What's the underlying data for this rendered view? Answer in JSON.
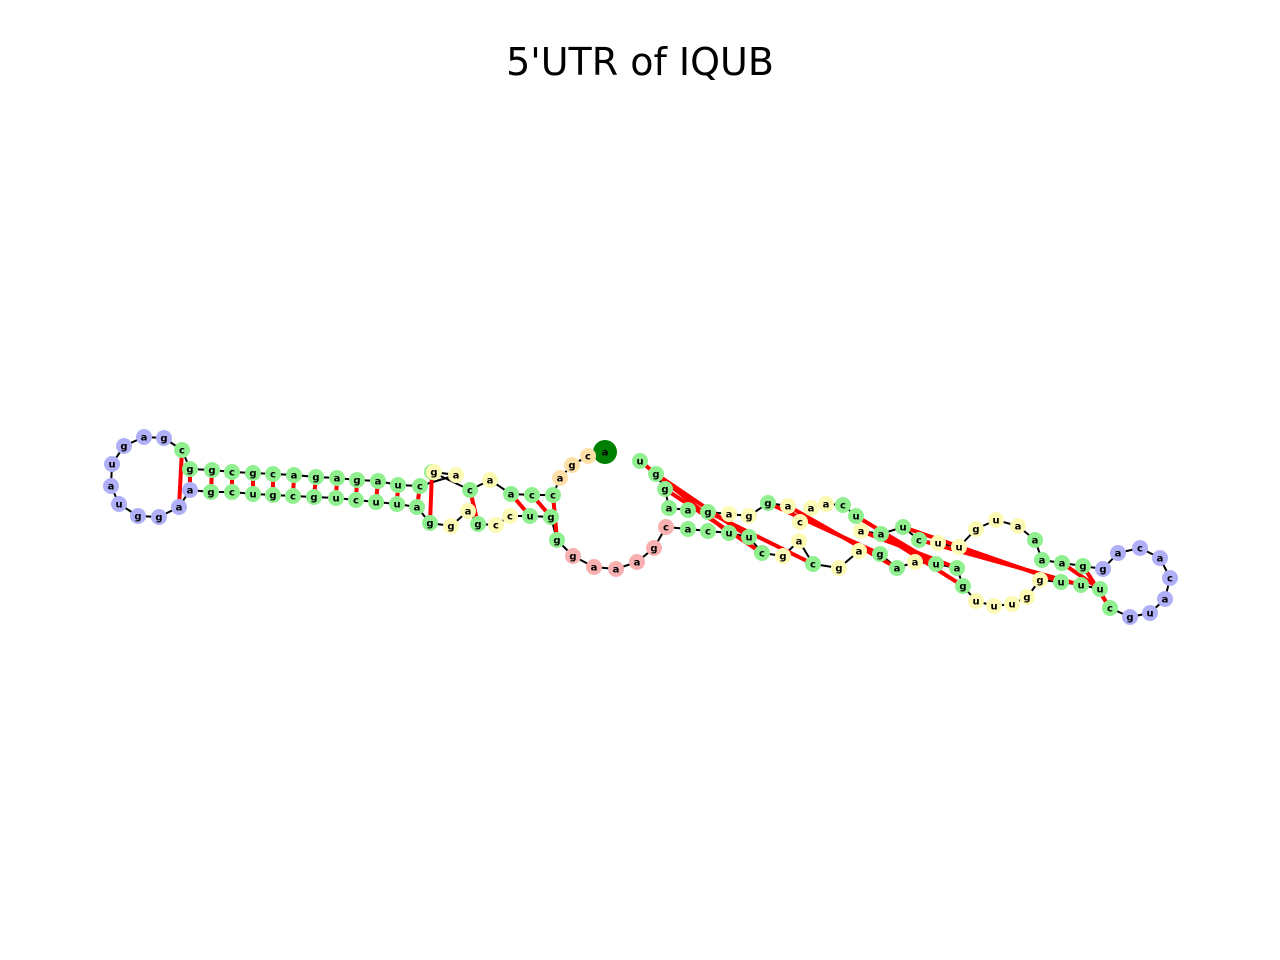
{
  "title": "5'UTR of IQUB",
  "colors": {
    "stem": "#90f090",
    "hairpin": "#b0b0f8",
    "interior": "#fcfab4",
    "multiloop": "#f8b0b0",
    "unpaired": "#fde0a8",
    "five_prime": "#008000",
    "three_prime": "#ff0000",
    "backbone": "#000000",
    "pair_bond": "#ff0000"
  },
  "nucleotides": [
    {
      "b": "a",
      "t": "five_prime"
    },
    {
      "b": "c",
      "t": "unpaired"
    },
    {
      "b": "g",
      "t": "unpaired"
    },
    {
      "b": "a",
      "t": "unpaired"
    },
    {
      "b": "c",
      "t": "stem"
    },
    {
      "b": "c",
      "t": "stem"
    },
    {
      "b": "a",
      "t": "stem"
    },
    {
      "b": "a",
      "t": "interior"
    },
    {
      "b": "c",
      "t": "stem"
    },
    {
      "b": "c",
      "t": "stem"
    },
    {
      "b": "g",
      "t": "interior"
    },
    {
      "b": "a",
      "t": "interior"
    },
    {
      "b": "c",
      "t": "stem"
    },
    {
      "b": "u",
      "t": "stem"
    },
    {
      "b": "a",
      "t": "stem"
    },
    {
      "b": "g",
      "t": "stem"
    },
    {
      "b": "a",
      "t": "stem"
    },
    {
      "b": "g",
      "t": "stem"
    },
    {
      "b": "a",
      "t": "stem"
    },
    {
      "b": "c",
      "t": "stem"
    },
    {
      "b": "g",
      "t": "stem"
    },
    {
      "b": "c",
      "t": "stem"
    },
    {
      "b": "g",
      "t": "stem"
    },
    {
      "b": "g",
      "t": "stem"
    },
    {
      "b": "c",
      "t": "stem"
    },
    {
      "b": "g",
      "t": "hairpin"
    },
    {
      "b": "a",
      "t": "hairpin"
    },
    {
      "b": "g",
      "t": "hairpin"
    },
    {
      "b": "u",
      "t": "hairpin"
    },
    {
      "b": "a",
      "t": "hairpin"
    },
    {
      "b": "u",
      "t": "hairpin"
    },
    {
      "b": "g",
      "t": "hairpin"
    },
    {
      "b": "g",
      "t": "hairpin"
    },
    {
      "b": "a",
      "t": "hairpin"
    },
    {
      "b": "a",
      "t": "hairpin"
    },
    {
      "b": "g",
      "t": "stem"
    },
    {
      "b": "c",
      "t": "stem"
    },
    {
      "b": "u",
      "t": "stem"
    },
    {
      "b": "g",
      "t": "stem"
    },
    {
      "b": "c",
      "t": "stem"
    },
    {
      "b": "g",
      "t": "stem"
    },
    {
      "b": "u",
      "t": "stem"
    },
    {
      "b": "c",
      "t": "stem"
    },
    {
      "b": "u",
      "t": "stem"
    },
    {
      "b": "u",
      "t": "stem"
    },
    {
      "b": "a",
      "t": "stem"
    },
    {
      "b": "g",
      "t": "stem"
    },
    {
      "b": "g",
      "t": "interior"
    },
    {
      "b": "a",
      "t": "interior"
    },
    {
      "b": "g",
      "t": "stem"
    },
    {
      "b": "c",
      "t": "interior"
    },
    {
      "b": "c",
      "t": "interior"
    },
    {
      "b": "u",
      "t": "stem"
    },
    {
      "b": "g",
      "t": "stem"
    },
    {
      "b": "g",
      "t": "stem"
    },
    {
      "b": "g",
      "t": "multiloop"
    },
    {
      "b": "a",
      "t": "multiloop"
    },
    {
      "b": "a",
      "t": "multiloop"
    },
    {
      "b": "a",
      "t": "multiloop"
    },
    {
      "b": "g",
      "t": "multiloop"
    },
    {
      "b": "c",
      "t": "multiloop"
    },
    {
      "b": "a",
      "t": "stem"
    },
    {
      "b": "c",
      "t": "stem"
    },
    {
      "b": "u",
      "t": "stem"
    },
    {
      "b": "u",
      "t": "stem"
    },
    {
      "b": "c",
      "t": "stem"
    },
    {
      "b": "g",
      "t": "interior"
    },
    {
      "b": "a",
      "t": "interior"
    },
    {
      "b": "c",
      "t": "stem"
    },
    {
      "b": "g",
      "t": "interior"
    },
    {
      "b": "a",
      "t": "interior"
    },
    {
      "b": "g",
      "t": "stem"
    },
    {
      "b": "a",
      "t": "stem"
    },
    {
      "b": "a",
      "t": "interior"
    },
    {
      "b": "u",
      "t": "stem"
    },
    {
      "b": "a",
      "t": "stem"
    },
    {
      "b": "g",
      "t": "stem"
    },
    {
      "b": "u",
      "t": "interior"
    },
    {
      "b": "u",
      "t": "interior"
    },
    {
      "b": "u",
      "t": "interior"
    },
    {
      "b": "g",
      "t": "interior"
    },
    {
      "b": "g",
      "t": "interior"
    },
    {
      "b": "u",
      "t": "stem"
    },
    {
      "b": "u",
      "t": "stem"
    },
    {
      "b": "u",
      "t": "stem"
    },
    {
      "b": "c",
      "t": "stem"
    },
    {
      "b": "g",
      "t": "hairpin"
    },
    {
      "b": "u",
      "t": "hairpin"
    },
    {
      "b": "a",
      "t": "hairpin"
    },
    {
      "b": "c",
      "t": "hairpin"
    },
    {
      "b": "a",
      "t": "hairpin"
    },
    {
      "b": "c",
      "t": "hairpin"
    },
    {
      "b": "a",
      "t": "hairpin"
    },
    {
      "b": "g",
      "t": "hairpin"
    },
    {
      "b": "g",
      "t": "stem"
    },
    {
      "b": "a",
      "t": "stem"
    },
    {
      "b": "a",
      "t": "stem"
    },
    {
      "b": "a",
      "t": "stem"
    },
    {
      "b": "a",
      "t": "interior"
    },
    {
      "b": "u",
      "t": "interior"
    },
    {
      "b": "g",
      "t": "interior"
    },
    {
      "b": "u",
      "t": "interior"
    },
    {
      "b": "u",
      "t": "interior"
    },
    {
      "b": "c",
      "t": "stem"
    },
    {
      "b": "u",
      "t": "stem"
    },
    {
      "b": "a",
      "t": "stem"
    },
    {
      "b": "a",
      "t": "interior"
    },
    {
      "b": "u",
      "t": "stem"
    },
    {
      "b": "c",
      "t": "stem"
    },
    {
      "b": "a",
      "t": "interior"
    },
    {
      "b": "a",
      "t": "interior"
    },
    {
      "b": "c",
      "t": "interior"
    },
    {
      "b": "a",
      "t": "interior"
    },
    {
      "b": "g",
      "t": "stem"
    },
    {
      "b": "g",
      "t": "interior"
    },
    {
      "b": "a",
      "t": "interior"
    },
    {
      "b": "g",
      "t": "stem"
    },
    {
      "b": "a",
      "t": "stem"
    },
    {
      "b": "a",
      "t": "stem"
    },
    {
      "b": "g",
      "t": "stem"
    },
    {
      "b": "g",
      "t": "stem"
    },
    {
      "b": "u",
      "t": "stem"
    },
    {
      "b": "a",
      "t": "unpaired"
    },
    {
      "b": "u",
      "t": "unpaired"
    },
    {
      "b": "g",
      "t": "three_prime"
    }
  ],
  "pairs": [
    [
      4,
      54
    ],
    [
      5,
      53
    ],
    [
      6,
      52
    ],
    [
      8,
      49
    ],
    [
      9,
      46
    ],
    [
      12,
      45
    ],
    [
      13,
      44
    ],
    [
      14,
      43
    ],
    [
      15,
      42
    ],
    [
      16,
      41
    ],
    [
      17,
      40
    ],
    [
      18,
      39
    ],
    [
      19,
      38
    ],
    [
      20,
      37
    ],
    [
      21,
      36
    ],
    [
      22,
      35
    ],
    [
      23,
      34
    ],
    [
      24,
      33
    ],
    [
      61,
      123
    ],
    [
      62,
      122
    ],
    [
      63,
      121
    ],
    [
      64,
      120
    ],
    [
      65,
      119
    ],
    [
      68,
      116
    ],
    [
      71,
      113
    ],
    [
      72,
      112
    ],
    [
      74,
      107
    ],
    [
      75,
      106
    ],
    [
      76,
      105
    ],
    [
      82,
      104
    ],
    [
      83,
      103
    ],
    [
      84,
      95
    ],
    [
      85,
      94
    ]
  ]
}
